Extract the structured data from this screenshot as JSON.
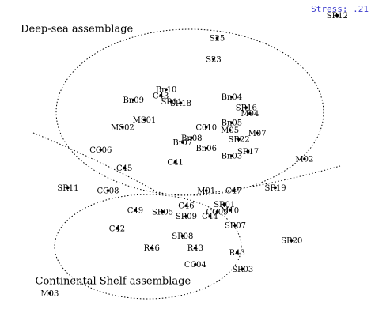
{
  "chart_data": {
    "type": "scatter",
    "stress_text": "Stress: .21",
    "stress_color": "#3b3bcc",
    "group_labels": [
      {
        "text": "Deep-sea assemblage",
        "x": 0.35,
        "y": 9.2
      },
      {
        "text": "Continental Shelf assemblage",
        "x": 0.75,
        "y": 0.85
      }
    ],
    "xlim": [
      0,
      10
    ],
    "ylim": [
      0,
      10
    ],
    "points": [
      {
        "label": "SR12",
        "x": 9.05,
        "y": 9.75
      },
      {
        "label": "S25",
        "x": 5.75,
        "y": 9.0
      },
      {
        "label": "S23",
        "x": 5.65,
        "y": 8.3
      },
      {
        "label": "Bn10",
        "x": 4.35,
        "y": 7.3
      },
      {
        "label": "C43",
        "x": 4.2,
        "y": 7.1
      },
      {
        "label": "SR11",
        "x": 4.5,
        "y": 6.9
      },
      {
        "label": "Bn09",
        "x": 3.45,
        "y": 6.95
      },
      {
        "label": "SR18",
        "x": 4.75,
        "y": 6.85
      },
      {
        "label": "Bn04",
        "x": 6.15,
        "y": 7.05
      },
      {
        "label": "SR16",
        "x": 6.55,
        "y": 6.7
      },
      {
        "label": "M04",
        "x": 6.65,
        "y": 6.5
      },
      {
        "label": "MS01",
        "x": 3.75,
        "y": 6.3
      },
      {
        "label": "Bn05",
        "x": 6.15,
        "y": 6.2
      },
      {
        "label": "C010",
        "x": 5.45,
        "y": 6.05
      },
      {
        "label": "MS02",
        "x": 3.15,
        "y": 6.05
      },
      {
        "label": "M05",
        "x": 6.1,
        "y": 5.95
      },
      {
        "label": "M07",
        "x": 6.85,
        "y": 5.85
      },
      {
        "label": "Bn08",
        "x": 5.05,
        "y": 5.7
      },
      {
        "label": "SR22",
        "x": 6.35,
        "y": 5.65
      },
      {
        "label": "Br07",
        "x": 4.8,
        "y": 5.55
      },
      {
        "label": "Bn06",
        "x": 5.45,
        "y": 5.35
      },
      {
        "label": "SR17",
        "x": 6.6,
        "y": 5.25
      },
      {
        "label": "Bn03",
        "x": 6.15,
        "y": 5.1
      },
      {
        "label": "CC06",
        "x": 2.55,
        "y": 5.3
      },
      {
        "label": "C41",
        "x": 4.6,
        "y": 4.9
      },
      {
        "label": "C45",
        "x": 3.2,
        "y": 4.7
      },
      {
        "label": "M02",
        "x": 8.15,
        "y": 5.0
      },
      {
        "label": "SR11",
        "x": 1.65,
        "y": 4.05
      },
      {
        "label": "CC08",
        "x": 2.75,
        "y": 3.95
      },
      {
        "label": "M01",
        "x": 5.45,
        "y": 3.95
      },
      {
        "label": "C47",
        "x": 6.2,
        "y": 3.95
      },
      {
        "label": "SR19",
        "x": 7.35,
        "y": 4.05
      },
      {
        "label": "C46",
        "x": 4.9,
        "y": 3.45
      },
      {
        "label": "SR01",
        "x": 5.95,
        "y": 3.5
      },
      {
        "label": "C49",
        "x": 3.5,
        "y": 3.3
      },
      {
        "label": "SR05",
        "x": 4.25,
        "y": 3.25
      },
      {
        "label": "CC09",
        "x": 5.75,
        "y": 3.25
      },
      {
        "label": "M10",
        "x": 6.1,
        "y": 3.3
      },
      {
        "label": "SR09",
        "x": 4.9,
        "y": 3.1
      },
      {
        "label": "C44",
        "x": 5.55,
        "y": 3.1
      },
      {
        "label": "C42",
        "x": 3.0,
        "y": 2.7
      },
      {
        "label": "SR07",
        "x": 6.25,
        "y": 2.8
      },
      {
        "label": "SR08",
        "x": 4.8,
        "y": 2.45
      },
      {
        "label": "SR20",
        "x": 7.8,
        "y": 2.3
      },
      {
        "label": "R46",
        "x": 3.95,
        "y": 2.05
      },
      {
        "label": "R43",
        "x": 5.15,
        "y": 2.05
      },
      {
        "label": "R43",
        "x": 6.3,
        "y": 1.9
      },
      {
        "label": "CC04",
        "x": 5.15,
        "y": 1.5
      },
      {
        "label": "SR03",
        "x": 6.45,
        "y": 1.35
      },
      {
        "label": "M03",
        "x": 1.15,
        "y": 0.55
      }
    ]
  }
}
